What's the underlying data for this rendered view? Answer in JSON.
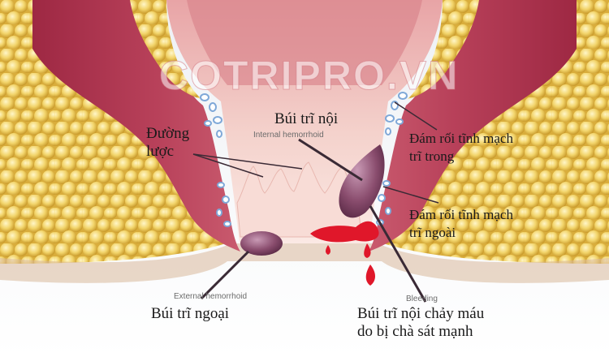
{
  "watermark": "COTRIPRO.VN",
  "labels": {
    "internal_vi": "Búi trĩ nội",
    "internal_en": "Internal hemorrhoid",
    "dentate_line_vi": "Đường\nlược",
    "internal_plexus_vi": "Đám rối tĩnh mạch\ntrĩ trong",
    "external_plexus_vi": "Đám rối tĩnh mạch\ntrĩ ngoài",
    "external_en": "External hemorrhoid",
    "external_vi": "Búi trĩ ngoại",
    "bleeding_en": "Bleeding",
    "bleeding_vi": "Búi trĩ nội chảy máu\ndo bị chà sát mạnh"
  },
  "colors": {
    "fat_tissue": "#f2d46a",
    "muscle": "#b3344f",
    "mucosa": "#f1c3bf",
    "hemorrhoid": "#8a4d6e",
    "blood": "#e0172a",
    "vein": "#7fa8d8"
  }
}
